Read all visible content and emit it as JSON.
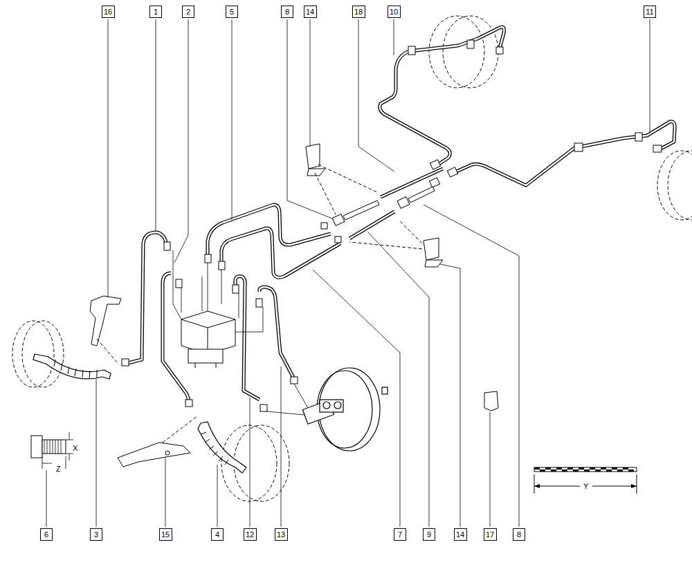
{
  "diagram": {
    "nodes": [
      {
        "text": [
          "16"
        ]
      },
      {
        "text": [
          "1"
        ]
      },
      {
        "text": [
          "2"
        ]
      },
      {
        "text": [
          "5"
        ]
      },
      {
        "text": [
          "8"
        ]
      },
      {
        "text": [
          "14"
        ]
      },
      {
        "text": [
          "18"
        ]
      },
      {
        "text": [
          "10"
        ]
      },
      {
        "text": [
          "11"
        ]
      },
      {
        "text": [
          "6"
        ]
      },
      {
        "text": [
          "3"
        ]
      },
      {
        "text": [
          "15"
        ]
      },
      {
        "text": [
          "4"
        ]
      },
      {
        "text": [
          "12"
        ]
      },
      {
        "text": [
          "13"
        ]
      },
      {
        "text": [
          "7"
        ]
      },
      {
        "text": [
          "9"
        ]
      },
      {
        "text": [
          "14"
        ]
      },
      {
        "text": [
          "17"
        ]
      },
      {
        "text": [
          "8"
        ]
      }
    ],
    "labels": [
      "X",
      "Z",
      "Y"
    ]
  }
}
